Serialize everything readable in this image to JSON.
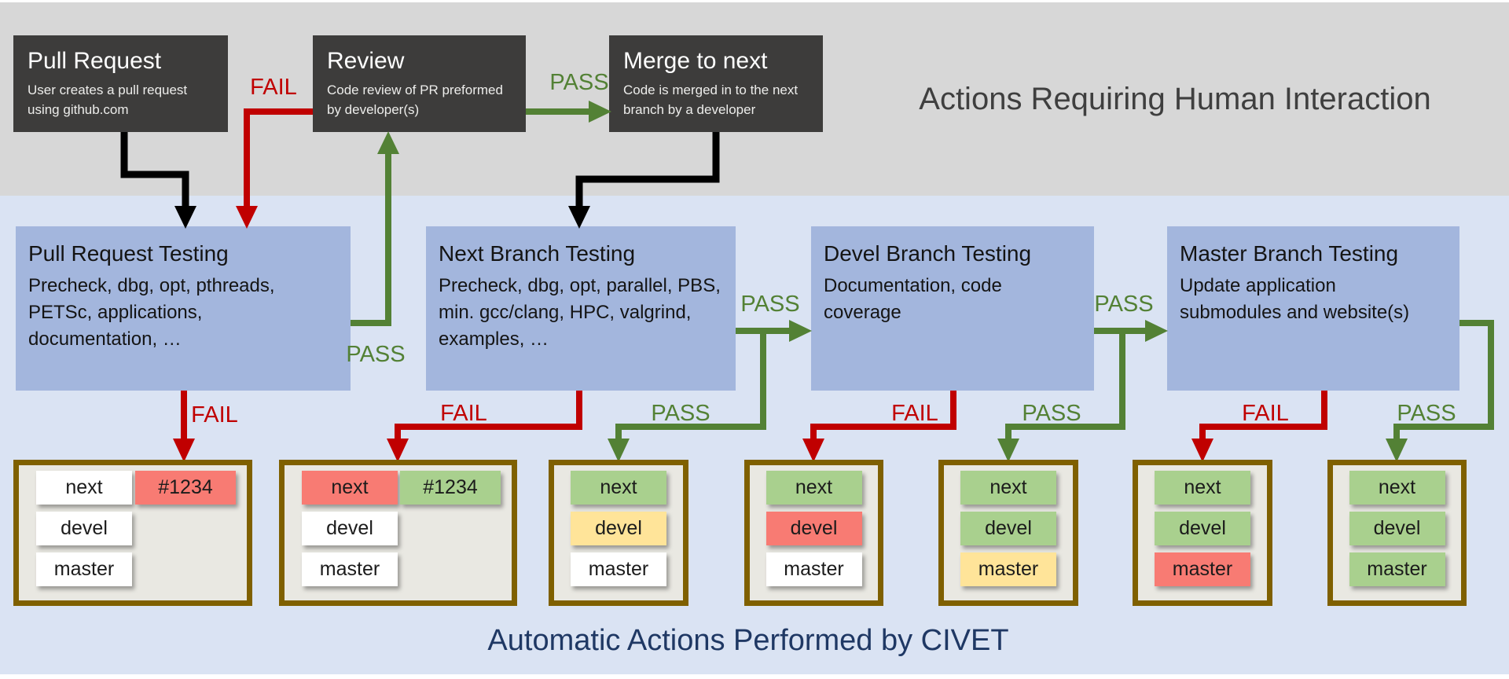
{
  "section_titles": {
    "human": "Actions Requiring Human Interaction",
    "automatic": "Automatic Actions Performed by CIVET"
  },
  "labels": {
    "fail": "FAIL",
    "pass": "PASS"
  },
  "human_actions": [
    {
      "title": "Pull Request",
      "desc": "User creates a pull request using github.com"
    },
    {
      "title": "Review",
      "desc": "Code review of PR preformed by developer(s)"
    },
    {
      "title": "Merge to next",
      "desc": "Code is merged in to the next branch by a developer"
    }
  ],
  "automatic_actions": [
    {
      "title": "Pull Request Testing",
      "desc": "Precheck, dbg, opt, pthreads, PETSc, applications, documentation, …"
    },
    {
      "title": "Next Branch Testing",
      "desc": "Precheck, dbg, opt, parallel, PBS, min. gcc/clang, HPC, valgrind, examples, …"
    },
    {
      "title": "Devel Branch Testing",
      "desc": "Documentation, code coverage"
    },
    {
      "title": "Master Branch Testing",
      "desc": "Update application submodules and website(s)"
    }
  ],
  "status_boxes": [
    {
      "branches": [
        {
          "label": "next",
          "state": "none"
        },
        {
          "label": "devel",
          "state": "none"
        },
        {
          "label": "master",
          "state": "none"
        }
      ],
      "pr": {
        "label": "#1234",
        "state": "fail"
      }
    },
    {
      "branches": [
        {
          "label": "next",
          "state": "fail"
        },
        {
          "label": "devel",
          "state": "none"
        },
        {
          "label": "master",
          "state": "none"
        }
      ],
      "pr": {
        "label": "#1234",
        "state": "pass"
      }
    },
    {
      "branches": [
        {
          "label": "next",
          "state": "pass"
        },
        {
          "label": "devel",
          "state": "warn"
        },
        {
          "label": "master",
          "state": "none"
        }
      ]
    },
    {
      "branches": [
        {
          "label": "next",
          "state": "pass"
        },
        {
          "label": "devel",
          "state": "fail"
        },
        {
          "label": "master",
          "state": "none"
        }
      ]
    },
    {
      "branches": [
        {
          "label": "next",
          "state": "pass"
        },
        {
          "label": "devel",
          "state": "pass"
        },
        {
          "label": "master",
          "state": "warn"
        }
      ]
    },
    {
      "branches": [
        {
          "label": "next",
          "state": "pass"
        },
        {
          "label": "devel",
          "state": "pass"
        },
        {
          "label": "master",
          "state": "fail"
        }
      ]
    },
    {
      "branches": [
        {
          "label": "next",
          "state": "pass"
        },
        {
          "label": "devel",
          "state": "pass"
        },
        {
          "label": "master",
          "state": "pass"
        }
      ]
    }
  ],
  "colors": {
    "band_gray": "#d7d7d7",
    "band_blue": "#dae3f3",
    "dark_box": "#3d3c3b",
    "blue_box": "#a3b6dd",
    "status_border": "#7f6000",
    "status_bg": "#e9e8e2",
    "chip_pass": "#a9d08e",
    "chip_fail": "#f87b73",
    "chip_warn": "#ffe499",
    "arrow_red": "#c00000",
    "arrow_green": "#538135",
    "title_navy": "#1f3864",
    "title_gray": "#3f3f3f"
  }
}
